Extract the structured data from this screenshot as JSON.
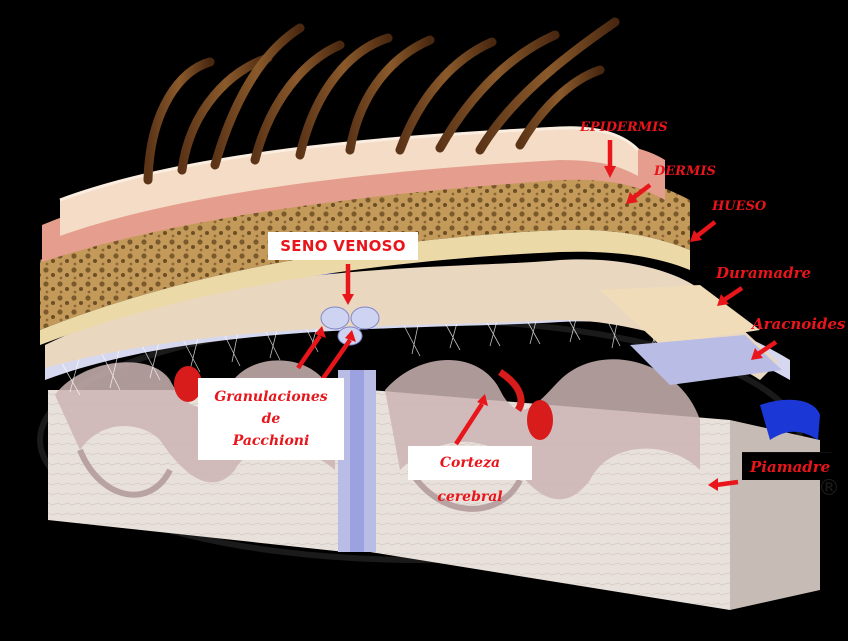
{
  "labels": {
    "epidermis": "EPIDERMIS",
    "dermis": "DERMIS",
    "hueso": "HUESO",
    "duramadre": "Duramadre",
    "aracnoides": "Aracnoides",
    "piamadre": "Piamadre",
    "seno_venoso": "SENO VENOSO",
    "granulaciones": [
      "Granulaciones",
      "de",
      "Pacchioni"
    ],
    "corteza": "Corteza cerebral"
  },
  "watermark": "®",
  "colors": {
    "background": "#000000",
    "label_text": "#e8151b",
    "arrow": "#e8151b",
    "skin": "#f2d7c4",
    "dermis": "#e59e8e",
    "bone": "#b58a48",
    "dura": "#ecd9bf",
    "arachnoid": "#c9cbe7",
    "sinus": "#1b38d6",
    "brain": "#e6ddd7"
  }
}
